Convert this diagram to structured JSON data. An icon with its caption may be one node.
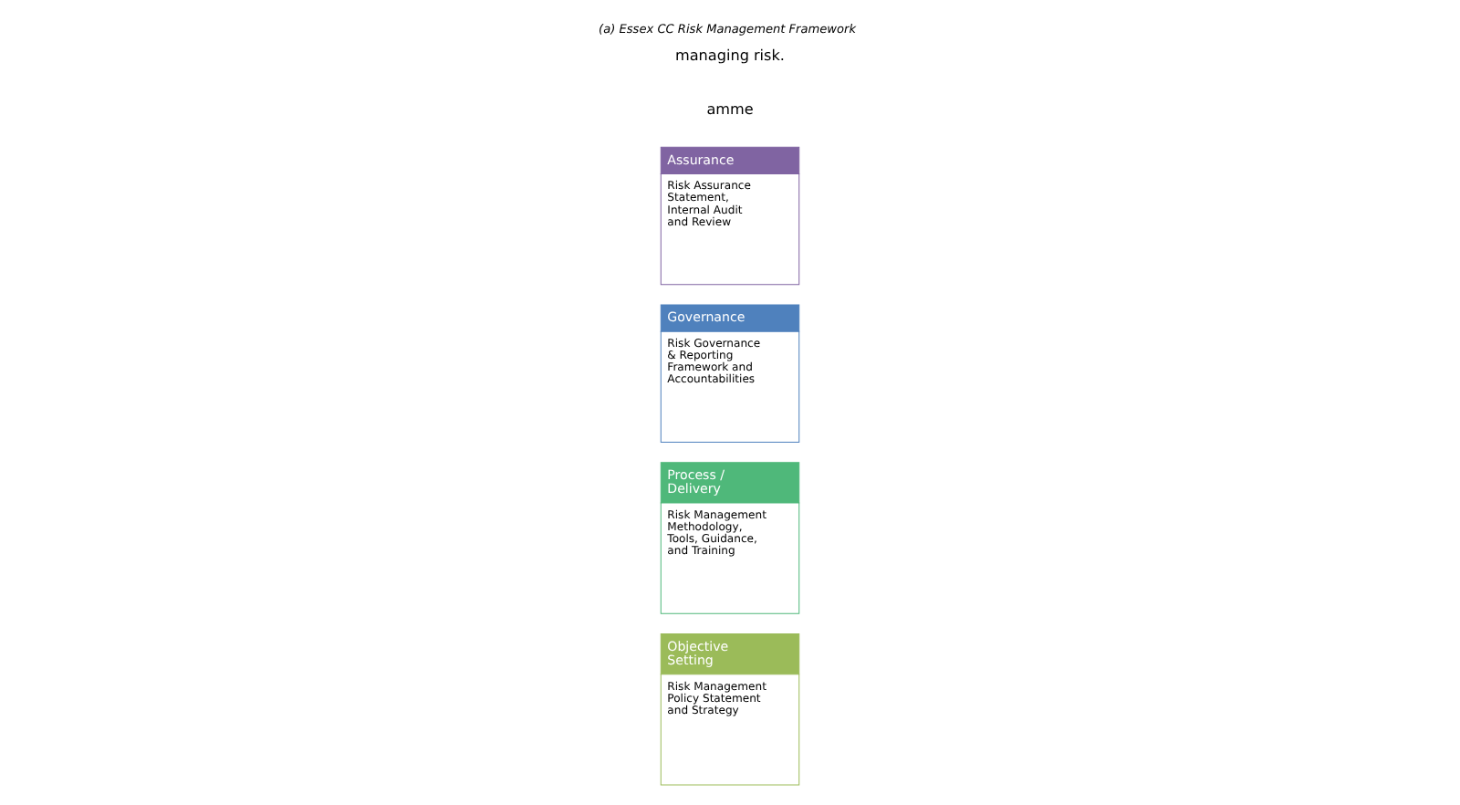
{
  "diagram": {
    "title": "(a) Essex CC Risk Management Framework",
    "nodes": [
      {
        "text": [
          "Objective Setting",
          "Risk Management Policy Statement and Strategy"
        ]
      },
      {
        "text": [
          "Process / Delivery",
          "Risk Management Methodology, Tools, Guidance, and Training"
        ]
      },
      {
        "text": [
          "Governance",
          "Risk Governance & Reporting Framework and Accountabilities"
        ]
      },
      {
        "text": [
          "Assurance",
          "Risk Assurance Statement, Internal Audit and Review"
        ]
      }
    ],
    "labels": [
      "amme",
      "managing risk."
    ]
  }
}
